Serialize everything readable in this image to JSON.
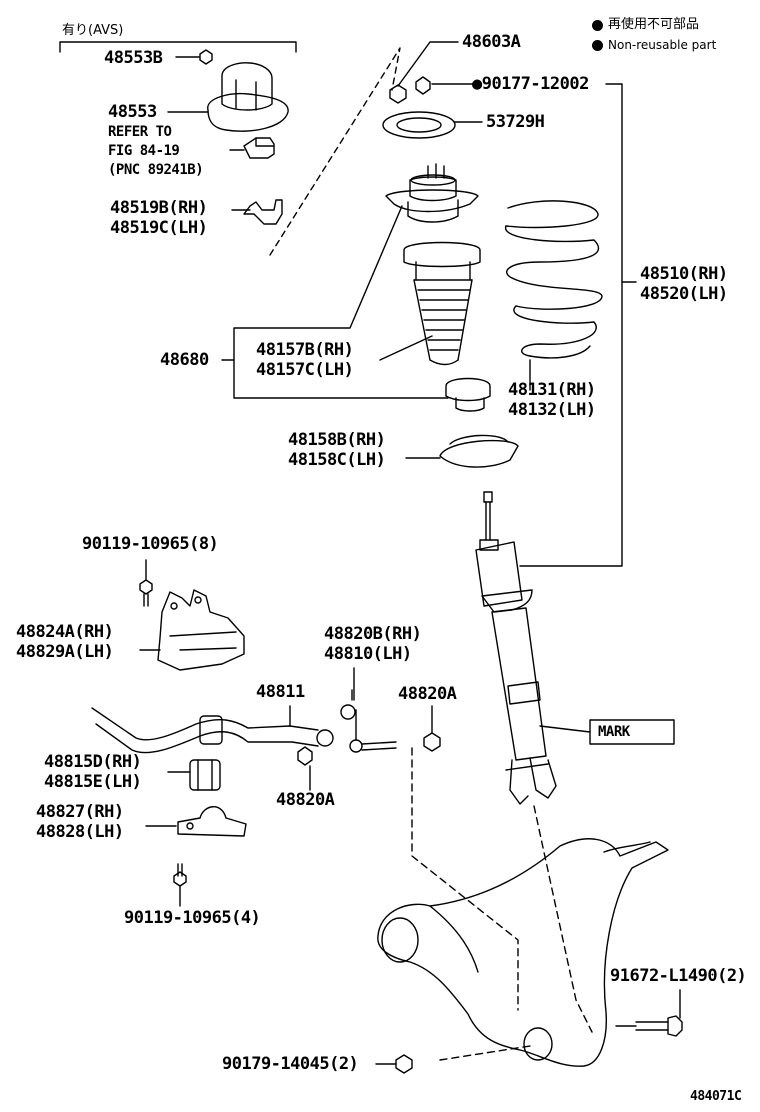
{
  "legend": {
    "line1": "再使用不可部品",
    "line2": "Non-reusable part"
  },
  "avs_label": "有り(AVS)",
  "doc_id": "484071C",
  "callouts": {
    "p48553B": "48553B",
    "p48553": "48553",
    "refer1": "REFER TO",
    "refer2": "FIG 84-19",
    "refer3": "(PNC 89241B)",
    "p48519B": "48519B(RH)",
    "p48519C": "48519C(LH)",
    "p48603A": "48603A",
    "p90177": "●90177-12002",
    "p53729H": "53729H",
    "p48510": "48510(RH)",
    "p48520": "48520(LH)",
    "p48680": "48680",
    "p48157B": "48157B(RH)",
    "p48157C": "48157C(LH)",
    "p48131": "48131(RH)",
    "p48132": "48132(LH)",
    "p48158B": "48158B(RH)",
    "p48158C": "48158C(LH)",
    "p90119_8": "90119-10965(8)",
    "p48824A": "48824A(RH)",
    "p48829A": "48829A(LH)",
    "p48820B": "48820B(RH)",
    "p48810": "48810(LH)",
    "p48811": "48811",
    "p48820A_top": "48820A",
    "mark": "MARK",
    "p48815D": "48815D(RH)",
    "p48815E": "48815E(LH)",
    "p48820A_bot": "48820A",
    "p48827": "48827(RH)",
    "p48828": "48828(LH)",
    "p90119_4": "90119-10965(4)",
    "p91672": "91672-L1490(2)",
    "p90179": "90179-14045(2)"
  }
}
